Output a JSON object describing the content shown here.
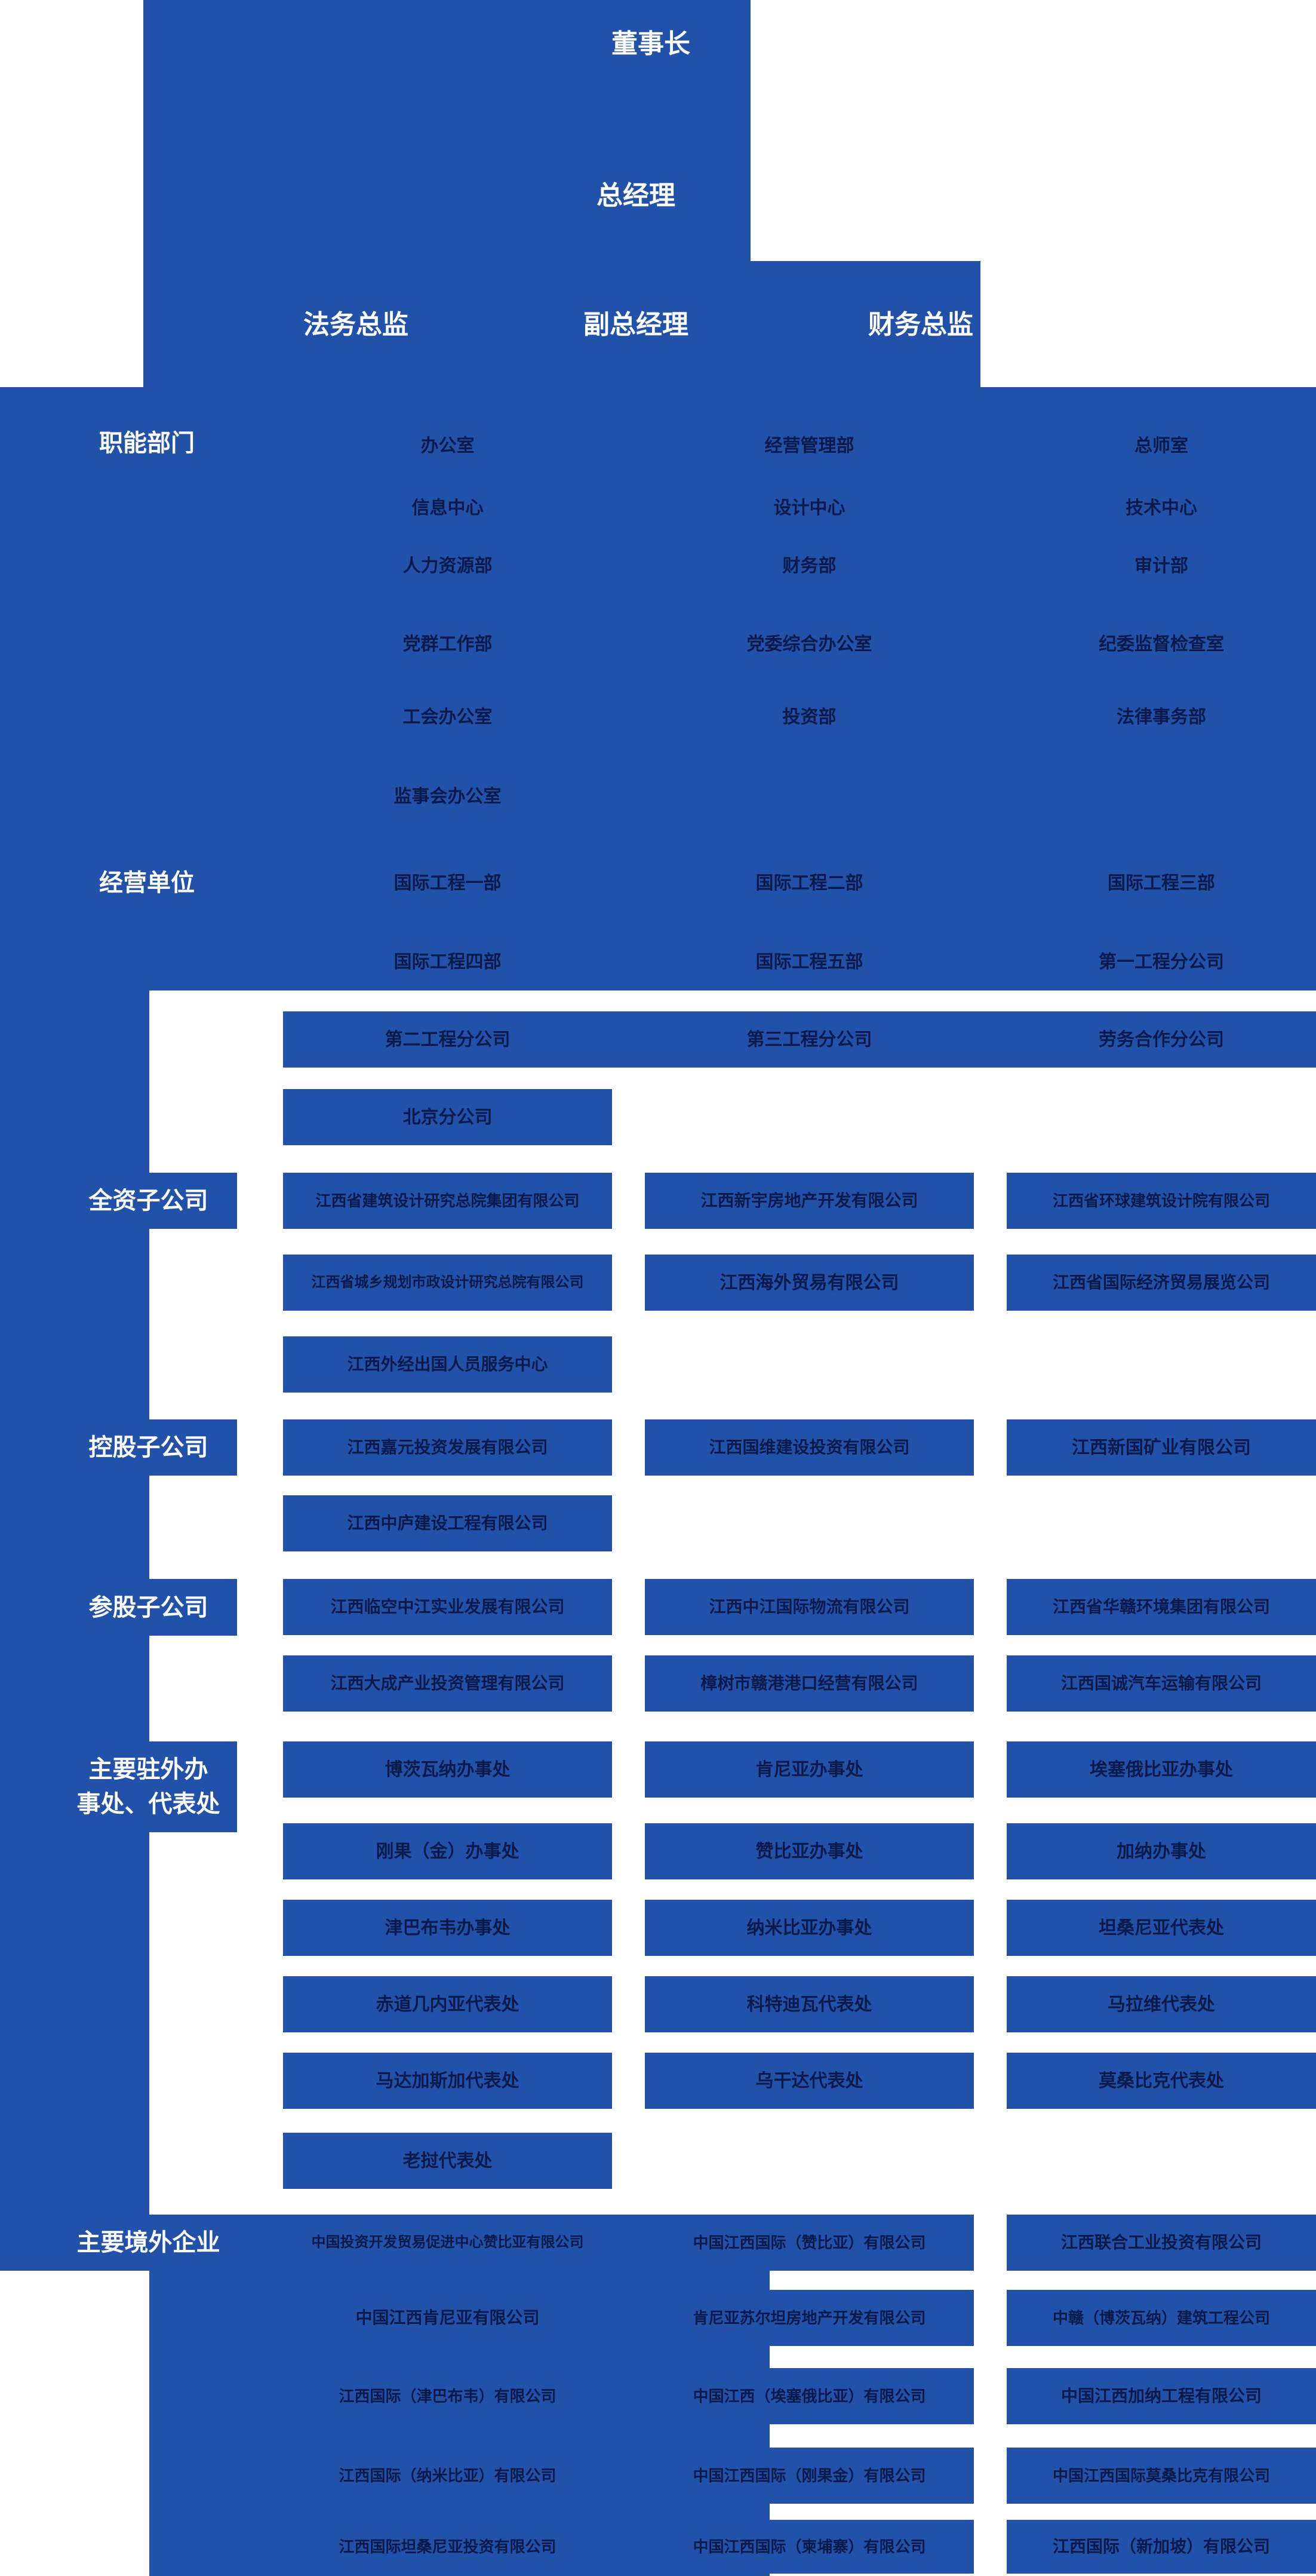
{
  "titles": {
    "chairman": "董事长",
    "general_manager": "总经理",
    "legal_director": "法务总监",
    "deputy_general_manager": "副总经理",
    "finance_director": "财务总监"
  },
  "section_labels": {
    "functional_departments": "职能部门",
    "business_units": "经营单位",
    "wholly_owned_subsidiaries": "全资子公司",
    "holding_subsidiaries": "控股子公司",
    "participating_subsidiaries": "参股子公司",
    "overseas_offices_line1": "主要驻外办",
    "overseas_offices_line2": "事处、代表处",
    "overseas_enterprises": "主要境外企业"
  },
  "accent_color": "#2151a8",
  "cells": {
    "r1c1": "办公室",
    "r1c2": "经营管理部",
    "r1c3": "总师室",
    "r2c1": "信息中心",
    "r2c2": "设计中心",
    "r2c3": "技术中心",
    "r3c1": "人力资源部",
    "r3c2": "财务部",
    "r3c3": "审计部",
    "r4c1": "党群工作部",
    "r4c2": "党委综合办公室",
    "r4c3": "纪委监督检查室",
    "r5c1": "工会办公室",
    "r5c2": "投资部",
    "r5c3": "法律事务部",
    "r6c1": "监事会办公室",
    "r7c1": "国际工程一部",
    "r7c2": "国际工程二部",
    "r7c3": "国际工程三部",
    "r8c1": "国际工程四部",
    "r8c2": "国际工程五部",
    "r8c3": "第一工程分公司",
    "r9c1": "第二工程分公司",
    "r9c2": "第三工程分公司",
    "r9c3": "劳务合作分公司",
    "r10c1": "北京分公司",
    "r11c1": "江西省建筑设计研究总院集团有限公司",
    "r11c2": "江西新宇房地产开发有限公司",
    "r11c3": "江西省环球建筑设计院有限公司",
    "r12c1": "江西省城乡规划市政设计研究总院有限公司",
    "r12c2": "江西海外贸易有限公司",
    "r12c3": "江西省国际经济贸易展览公司",
    "r13c1": "江西外经出国人员服务中心",
    "r14c1": "江西嘉元投资发展有限公司",
    "r14c2": "江西国维建设投资有限公司",
    "r14c3": "江西新国矿业有限公司",
    "r15c1": "江西中庐建设工程有限公司",
    "r16c1": "江西临空中江实业发展有限公司",
    "r16c2": "江西中江国际物流有限公司",
    "r16c3": "江西省华赣环境集团有限公司",
    "r17c1": "江西大成产业投资管理有限公司",
    "r17c2": "樟树市赣港港口经营有限公司",
    "r17c3": "江西国诚汽车运输有限公司",
    "r18c1": "博茨瓦纳办事处",
    "r18c2": "肯尼亚办事处",
    "r18c3": "埃塞俄比亚办事处",
    "r19c1": "刚果（金）办事处",
    "r19c2": "赞比亚办事处",
    "r19c3": "加纳办事处",
    "r20c1": "津巴布韦办事处",
    "r20c2": "纳米比亚办事处",
    "r20c3": "坦桑尼亚代表处",
    "r21c1": "赤道几内亚代表处",
    "r21c2": "科特迪瓦代表处",
    "r21c3": "马拉维代表处",
    "r22c1": "马达加斯加代表处",
    "r22c2": "乌干达代表处",
    "r22c3": "莫桑比克代表处",
    "r23c1": "老挝代表处",
    "r24c1": "中国投资开发贸易促进中心赞比亚有限公司",
    "r24c2": "中国江西国际（赞比亚）有限公司",
    "r24c3": "江西联合工业投资有限公司",
    "r25c1": "中国江西肯尼亚有限公司",
    "r25c2": "肯尼亚苏尔坦房地产开发有限公司",
    "r25c3": "中赣（博茨瓦纳）建筑工程公司",
    "r26c1": "江西国际（津巴布韦）有限公司",
    "r26c2": "中国江西（埃塞俄比亚）有限公司",
    "r26c3": "中国江西加纳工程有限公司",
    "r27c1": "江西国际（纳米比亚）有限公司",
    "r27c2": "中国江西国际（刚果金）有限公司",
    "r27c3": "中国江西国际莫桑比克有限公司",
    "r28c1": "江西国际坦桑尼亚投资有限公司",
    "r28c2": "中国江西国际（柬埔寨）有限公司",
    "r28c3": "江西国际（新加坡）有限公司"
  }
}
